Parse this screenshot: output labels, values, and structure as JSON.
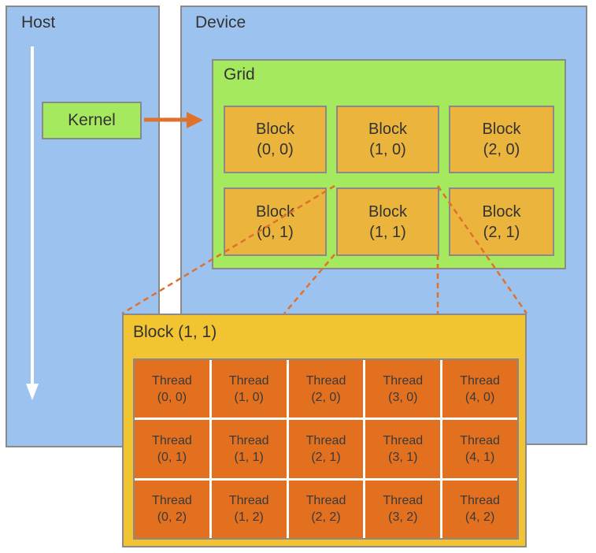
{
  "colors": {
    "panel_blue": "#9CC3F0",
    "container_green": "#A5E95F",
    "block_gold": "#EBB43C",
    "expanded_gold": "#F3C431",
    "thread_orange": "#E2701E",
    "connector_orange": "#E0712D",
    "border_gray": "#8A8A8A",
    "text_dark": "#333333",
    "host_arrow_white": "#FFFFFF",
    "gap_white": "#FFFFFF"
  },
  "host": {
    "title": "Host",
    "kernel": {
      "label": "Kernel"
    }
  },
  "device": {
    "title": "Device"
  },
  "grid": {
    "title": "Grid",
    "blocks": [
      {
        "label": "Block",
        "coord": "(0, 0)"
      },
      {
        "label": "Block",
        "coord": "(1, 0)"
      },
      {
        "label": "Block",
        "coord": "(2, 0)"
      },
      {
        "label": "Block",
        "coord": "(0, 1)"
      },
      {
        "label": "Block",
        "coord": "(1, 1)"
      },
      {
        "label": "Block",
        "coord": "(2, 1)"
      }
    ]
  },
  "expanded_block": {
    "title": "Block (1, 1)",
    "threads": [
      {
        "label": "Thread",
        "coord": "(0, 0)"
      },
      {
        "label": "Thread",
        "coord": "(1, 0)"
      },
      {
        "label": "Thread",
        "coord": "(2, 0)"
      },
      {
        "label": "Thread",
        "coord": "(3, 0)"
      },
      {
        "label": "Thread",
        "coord": "(4, 0)"
      },
      {
        "label": "Thread",
        "coord": "(0, 1)"
      },
      {
        "label": "Thread",
        "coord": "(1, 1)"
      },
      {
        "label": "Thread",
        "coord": "(2, 1)"
      },
      {
        "label": "Thread",
        "coord": "(3, 1)"
      },
      {
        "label": "Thread",
        "coord": "(4, 1)"
      },
      {
        "label": "Thread",
        "coord": "(0, 2)"
      },
      {
        "label": "Thread",
        "coord": "(1, 2)"
      },
      {
        "label": "Thread",
        "coord": "(2, 2)"
      },
      {
        "label": "Thread",
        "coord": "(3, 2)"
      },
      {
        "label": "Thread",
        "coord": "(4, 2)"
      }
    ]
  }
}
